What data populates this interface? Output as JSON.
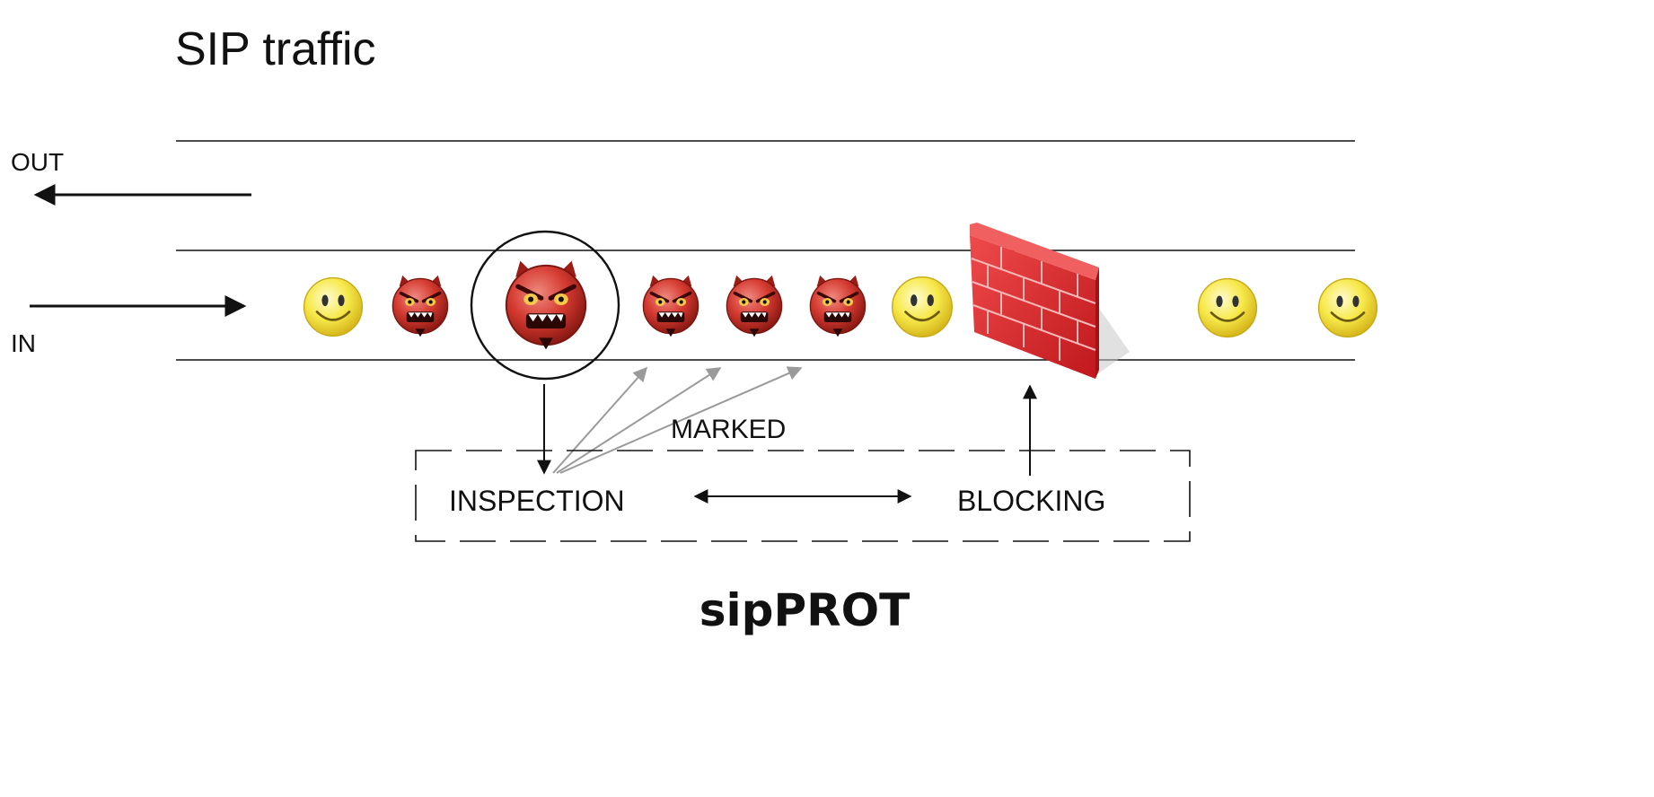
{
  "title": "SIP traffic",
  "lanes": {
    "out_label": "OUT",
    "in_label": "IN"
  },
  "traffic": [
    "smiley",
    "devil",
    "devil-inspected",
    "devil",
    "devil",
    "devil",
    "smiley",
    "firewall",
    "smiley",
    "smiley"
  ],
  "labels": {
    "marked": "MARKED",
    "inspection": "INSPECTION",
    "blocking": "BLOCKING",
    "product": "sipPROT"
  },
  "colors": {
    "smiley": "#f7e94a",
    "devil": "#d43a30",
    "firewall": "#d8262b",
    "marked_arrows": "#9a9a9a"
  }
}
